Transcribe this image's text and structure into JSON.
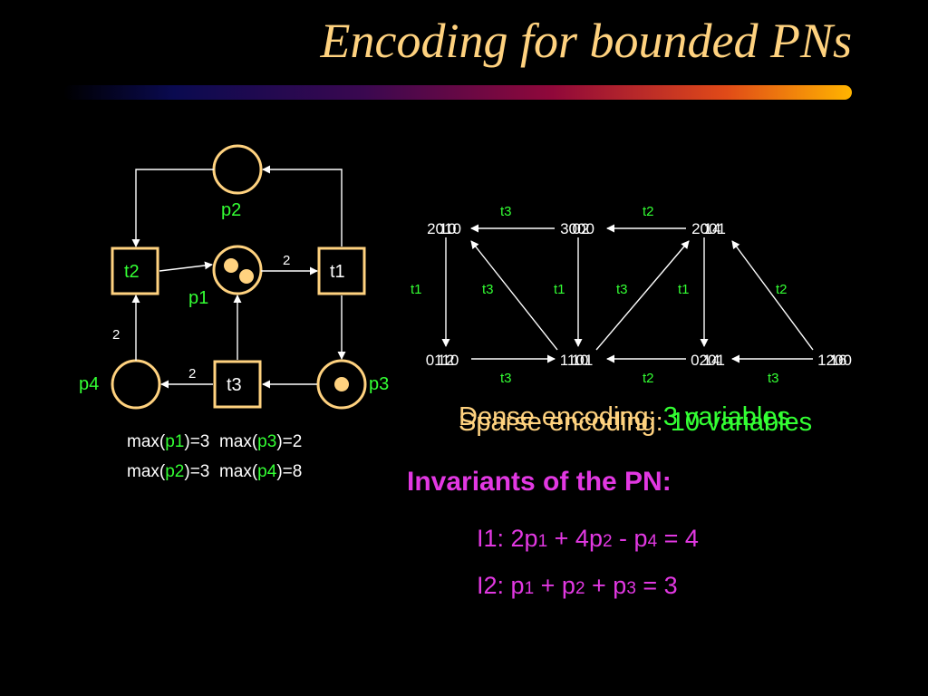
{
  "title": "Encoding for bounded PNs",
  "colors": {
    "accent": "#ffd27f",
    "green": "#33ff33",
    "magenta": "#e238e2",
    "white": "#ffffff"
  },
  "petri_net": {
    "places": {
      "p1": "p1",
      "p2": "p2",
      "p3": "p3",
      "p4": "p4"
    },
    "transitions": {
      "t1": "t1",
      "t2": "t2",
      "t3": "t3"
    },
    "tokens": {
      "p1": 2,
      "p2": 0,
      "p3": 1,
      "p4": 0
    },
    "weights": {
      "p1_t1": "2",
      "t2_p4": "2",
      "t3_p4": "2"
    }
  },
  "bounds": {
    "row1": [
      "max(",
      "p1",
      ")=3",
      "max(",
      "p3",
      ")=2"
    ],
    "row2": [
      "max(",
      "p2",
      ")=3",
      "max(",
      "p4",
      ")=8"
    ]
  },
  "reachability": {
    "top_states": {
      "dense": [
        "2010",
        "3000",
        "2001"
      ],
      "sparse": [
        "10",
        "02",
        "14"
      ]
    },
    "bottom_states": {
      "dense": [
        "0110",
        "1101",
        "0201"
      ],
      "sparse": [
        "12",
        "10",
        "14"
      ]
    },
    "bottom_right_states": {
      "dense": [
        "1200"
      ],
      "sparse": [
        "16"
      ]
    },
    "top_labels": [
      "t3",
      "t2"
    ],
    "middle_labels": [
      "t1",
      "t3",
      "t1",
      "t3",
      "t1",
      "t2"
    ],
    "bottom_labels": [
      "t3",
      "t2",
      "t3"
    ]
  },
  "encoding": {
    "dense_prefix": "Dense encoding: ",
    "dense_value": "3 variables",
    "sparse_prefix": "Sparse encoding: ",
    "sparse_value": "10 variables"
  },
  "invariants": {
    "heading": "Invariants of the PN:",
    "I1": {
      "label": "I1: ",
      "t1": "2p",
      "s1": "1",
      "t2": " + 4p",
      "s2": "2",
      "t3": " - p",
      "s3": "4",
      "t4": " = 4"
    },
    "I2": {
      "label": "I2: ",
      "t1": "p",
      "s1": "1",
      "t2": " + p",
      "s2": "2",
      "t3": " + p",
      "s3": "3",
      "t4": " = 3"
    }
  }
}
